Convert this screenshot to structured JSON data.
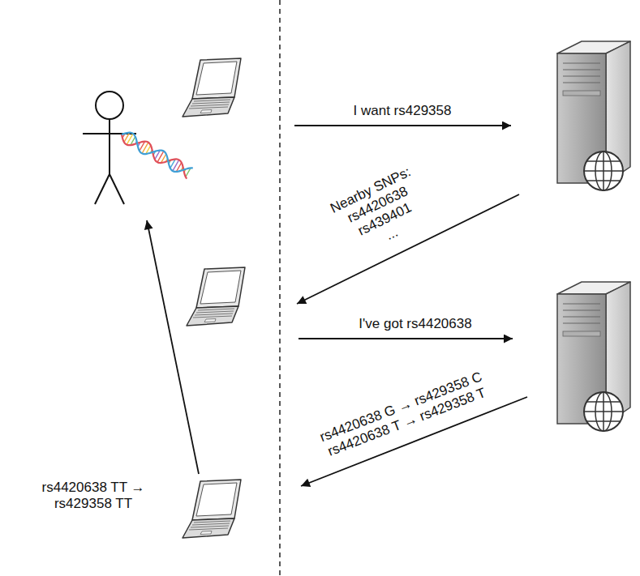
{
  "diagram": {
    "labels": [
      "I want rs429358",
      "Nearby SNPs:",
      "rs4420638",
      "rs439401",
      "...",
      "I've got rs4420638",
      "rs4420638 G → rs429358 C",
      "rs4420638 T → rs429358 T",
      "rs4420638 TT →",
      "rs429358 TT"
    ]
  }
}
